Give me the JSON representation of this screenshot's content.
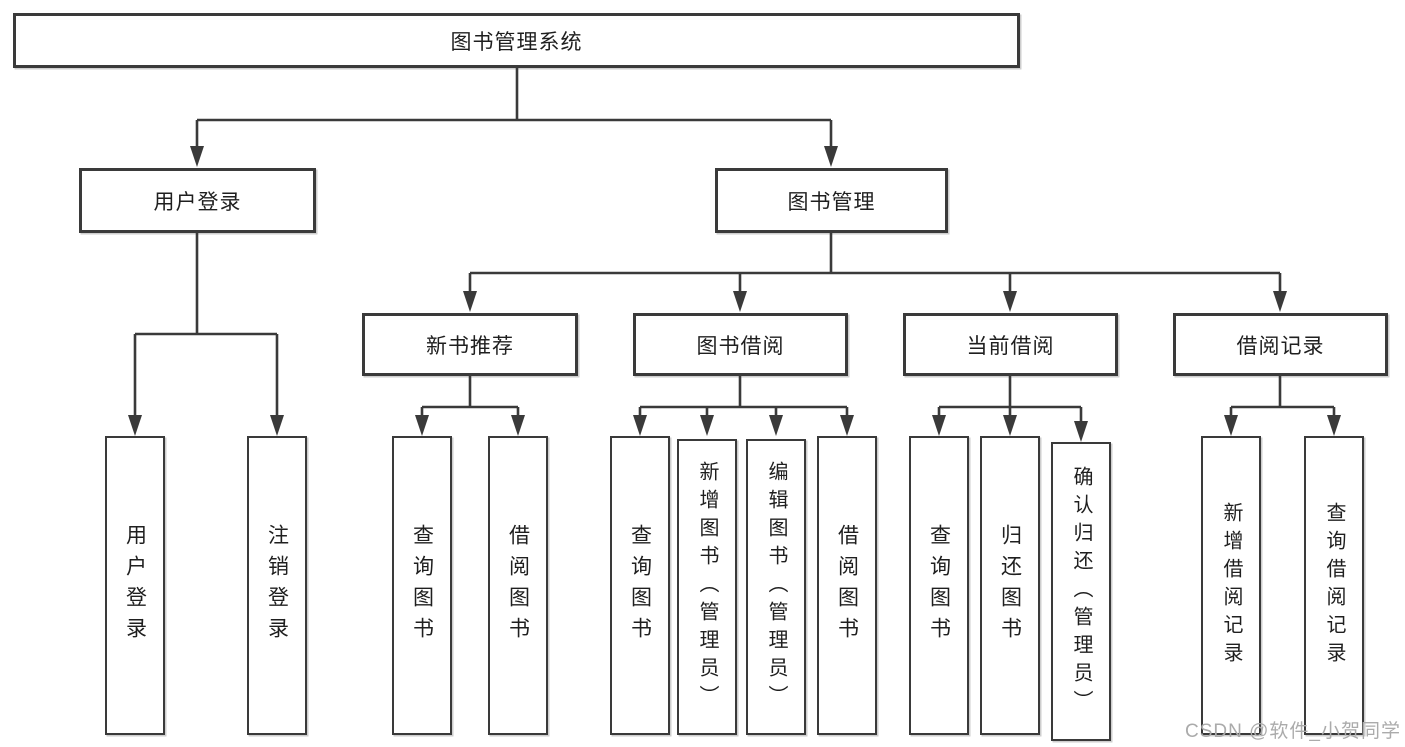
{
  "tree": {
    "label": "图书管理系统",
    "children": [
      {
        "label": "用户登录",
        "children": [
          {
            "label": "用户登录"
          },
          {
            "label": "注销登录"
          }
        ]
      },
      {
        "label": "图书管理",
        "children": [
          {
            "label": "新书推荐",
            "children": [
              {
                "label": "查询图书"
              },
              {
                "label": "借阅图书"
              }
            ]
          },
          {
            "label": "图书借阅",
            "children": [
              {
                "label": "查询图书"
              },
              {
                "label": "新增图书（管理员）"
              },
              {
                "label": "编辑图书（管理员）"
              },
              {
                "label": "借阅图书"
              }
            ]
          },
          {
            "label": "当前借阅",
            "children": [
              {
                "label": "查询图书"
              },
              {
                "label": "归还图书"
              },
              {
                "label": "确认归还（管理员）"
              }
            ]
          },
          {
            "label": "借阅记录",
            "children": [
              {
                "label": "新增借阅记录"
              },
              {
                "label": "查询借阅记录"
              }
            ]
          }
        ]
      }
    ]
  },
  "watermark": {
    "text": "CSDN @软件_小贺同学"
  },
  "colors": {
    "line": "#3a3a3a",
    "text": "#1f1f1f",
    "background": "#ffffff",
    "watermark": "#ababab"
  }
}
